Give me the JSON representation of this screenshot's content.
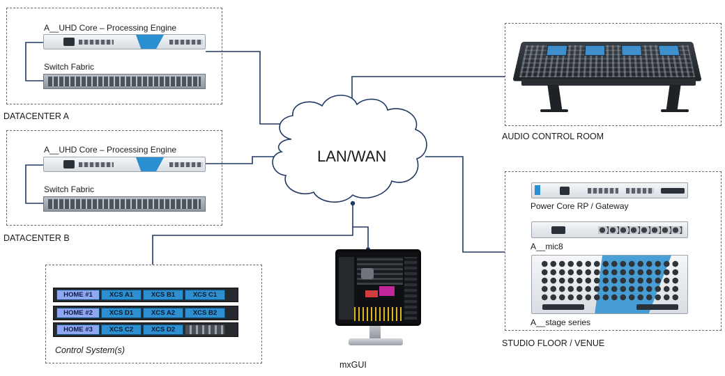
{
  "network": {
    "label": "LAN/WAN"
  },
  "datacenter_a": {
    "label": "DATACENTER A",
    "core_label": "A__UHD Core – Processing Engine",
    "switch_label": "Switch Fabric"
  },
  "datacenter_b": {
    "label": "DATACENTER B",
    "core_label": "A__UHD Core – Processing Engine",
    "switch_label": "Switch Fabric"
  },
  "audio_control_room": {
    "label": "AUDIO CONTROL ROOM"
  },
  "studio_floor": {
    "label": "STUDIO FLOOR / VENUE",
    "devices": [
      {
        "label": "Power Core RP / Gateway"
      },
      {
        "label": "A__mic8"
      },
      {
        "label": "A__stage series"
      }
    ]
  },
  "control_system": {
    "label": "Control System(s)",
    "servers": [
      {
        "cells": [
          "HOME #1",
          "XCS A1",
          "XCS B1",
          "XCS C1"
        ]
      },
      {
        "cells": [
          "HOME #2",
          "XCS D1",
          "XCS A2",
          "XCS B2"
        ]
      },
      {
        "cells": [
          "HOME #3",
          "XCS C2",
          "XCS D2"
        ]
      }
    ]
  },
  "mxgui": {
    "label": "mxGUI"
  },
  "colors": {
    "wire": "#1f3864",
    "accent": "#2a8fd0",
    "dashed_border": "#666666"
  }
}
